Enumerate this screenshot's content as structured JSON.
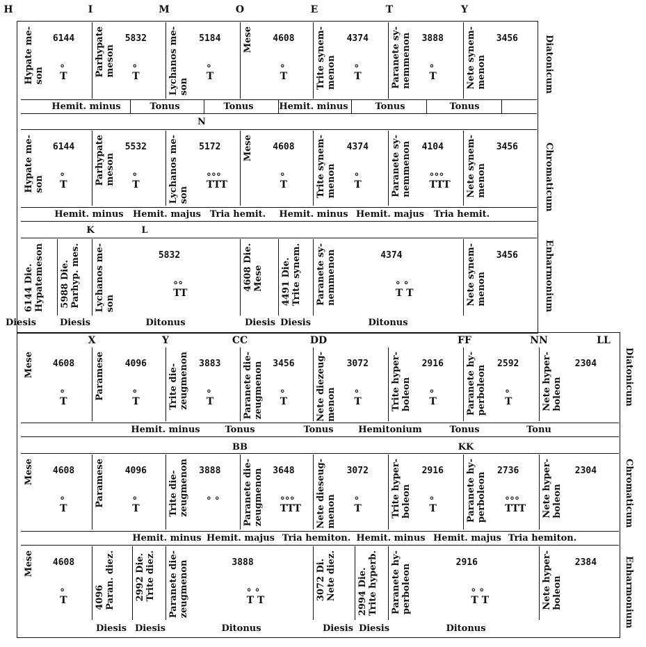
{
  "top_letters": [
    "H",
    "I",
    "M",
    "O",
    "E",
    "T",
    "Y"
  ],
  "section_labels": {
    "diatonicum": "Diatonicum",
    "chromaticum": "Chromaticum",
    "enharmonium": "Enharmonium"
  },
  "upper": {
    "diatonic": {
      "cells": [
        {
          "name": "Hypate me-\nson",
          "value": "6144",
          "symbol": "°\nT"
        },
        {
          "name": "Parhypate\nmeson",
          "value": "5832",
          "symbol": "°\nT"
        },
        {
          "name": "Lychanos me-\nson",
          "value": "5184",
          "symbol": "°\nT"
        },
        {
          "name": "Mese",
          "value": "4608",
          "symbol": "°\nT"
        },
        {
          "name": "Trite synem-\nmenon",
          "value": "4374",
          "symbol": "°\nT"
        },
        {
          "name": "Paranete sy-\nnemmenon",
          "value": "3888",
          "symbol": "°\nT"
        },
        {
          "name": "Nete synem-\nmenon",
          "value": "3456",
          "symbol": ""
        }
      ],
      "intervals": [
        "Hemit. minus",
        "Tonus",
        "Tonus",
        "Hemit. minus",
        "Tonus",
        "Tonus"
      ],
      "marks": [
        "N"
      ]
    },
    "chromatic": {
      "cells": [
        {
          "name": "Hypate me-\nson",
          "value": "6144",
          "symbol": "°\nT"
        },
        {
          "name": "Parhypate\nmeson",
          "value": "5532",
          "symbol": "°\nT"
        },
        {
          "name": "Lychanos me-\nson",
          "value": "5172",
          "symbol": "°°°\nTTT"
        },
        {
          "name": "Mese",
          "value": "4608",
          "symbol": "°\nT"
        },
        {
          "name": "Trite synem-\nmenon",
          "value": "4374",
          "symbol": "°\nT"
        },
        {
          "name": "Paranete sy-\nnemmenon",
          "value": "4104",
          "symbol": "°°°\nTTT"
        },
        {
          "name": "Nete synem-\nmenon",
          "value": "3456",
          "symbol": ""
        }
      ],
      "intervals": [
        "Hemit. minus",
        "Hemit. majus",
        "Tria hemit.",
        "Hemit. minus",
        "Hemit. majus",
        "Tria hemit."
      ],
      "marks": [
        "K",
        "L"
      ]
    },
    "enharmonic": {
      "cells": [
        {
          "name": "6144 Die.\nHypatemeson",
          "value": "",
          "symbol": ""
        },
        {
          "name": "5988 Die.\nParhyp. mes.",
          "value": "",
          "symbol": ""
        },
        {
          "name": "Lychanos me-\nson",
          "value": "5832",
          "symbol": "°°\nTT"
        },
        {
          "name": "4608 Die.\nMese",
          "value": "",
          "symbol": ""
        },
        {
          "name": "4491 Die.\nTrite synem.",
          "value": "",
          "symbol": ""
        },
        {
          "name": "Paranete sy-\nnemmenon",
          "value": "4374",
          "symbol": "° °\nT T"
        },
        {
          "name": "Nete synem-\nmenon",
          "value": "3456",
          "symbol": ""
        }
      ],
      "intervals": [
        "Diesis",
        "Diesis",
        "Ditonus",
        "Diesis",
        "Diesis",
        "Ditonus"
      ]
    }
  },
  "mid_letters": [
    "X",
    "Y",
    "CC",
    "DD",
    "FF",
    "NN",
    "LL"
  ],
  "lower": {
    "diatonic": {
      "cells": [
        {
          "name": "Mese",
          "value": "4608",
          "symbol": "°\nT"
        },
        {
          "name": "Paramese",
          "value": "4096",
          "symbol": "°\nT"
        },
        {
          "name": "Trite die-\nzeugmenon",
          "value": "3883",
          "symbol": "°\nT"
        },
        {
          "name": "Paranete die-\nzeugmenon",
          "value": "3456",
          "symbol": "°\nT"
        },
        {
          "name": "Nete diezeug-\nmenon",
          "value": "3072",
          "symbol": "°\nT"
        },
        {
          "name": "Trite hyper-\nboleon",
          "value": "2916",
          "symbol": "°\nT"
        },
        {
          "name": "Paranete hy-\nperboleon",
          "value": "2592",
          "symbol": "°\nT"
        },
        {
          "name": "Nete hyper-\nboleon",
          "value": "2304",
          "symbol": ""
        }
      ],
      "intervals": [
        "Hemit. minus",
        "Tonus",
        "Tonus",
        "Hemitonium",
        "Tonus",
        "Tonu"
      ],
      "marks": [
        "BB",
        "KK"
      ]
    },
    "chromatic": {
      "cells": [
        {
          "name": "Mese",
          "value": "4608",
          "symbol": "°\nT"
        },
        {
          "name": "Paramese",
          "value": "4096",
          "symbol": "°\nT"
        },
        {
          "name": "Trite die-\nzeugmenon",
          "value": "3888",
          "symbol": "° °"
        },
        {
          "name": "Paranete die-\nzeugmenon",
          "value": "3648",
          "symbol": "°°°\nTTT"
        },
        {
          "name": "Nete dieseug-\nmenon",
          "value": "3072",
          "symbol": "°\nT"
        },
        {
          "name": "Trite hyper-\nboleon",
          "value": "2916",
          "symbol": "°\nT"
        },
        {
          "name": "Paranete hy-\nperboleon",
          "value": "2736",
          "symbol": "°°°\nTTT"
        },
        {
          "name": "Nete hyper-\nboleon",
          "value": "2304",
          "symbol": ""
        }
      ],
      "intervals": [
        "Hemit. minus",
        "Hemit. majus",
        "Tria hemiton.",
        "Hemit. minus",
        "Hemit. majus",
        "Tria hemiton."
      ]
    },
    "enharmonic": {
      "cells": [
        {
          "name": "Mese",
          "value": "4608",
          "symbol": "°\nT"
        },
        {
          "name": "4096\nParan. diez.",
          "value": "",
          "symbol": ""
        },
        {
          "name": "2992 Die.\nTrite diez.",
          "value": "",
          "symbol": ""
        },
        {
          "name": "Paranete die-\nzeugmenon",
          "value": "3888",
          "symbol": "° °\nT T"
        },
        {
          "name": "3072 Di.\nNete diez.",
          "value": "",
          "symbol": ""
        },
        {
          "name": "2994 Die.\nTrite hyperb.",
          "value": "",
          "symbol": ""
        },
        {
          "name": "Paranete hy-\nperboleon",
          "value": "2916",
          "symbol": "° °\nT T"
        },
        {
          "name": "Nete hyper-\nboleon",
          "value": "2384",
          "symbol": ""
        }
      ],
      "intervals": [
        "Diesis",
        "Diesis",
        "Ditonus",
        "Diesis",
        "Diesis",
        "Ditonus"
      ]
    }
  }
}
